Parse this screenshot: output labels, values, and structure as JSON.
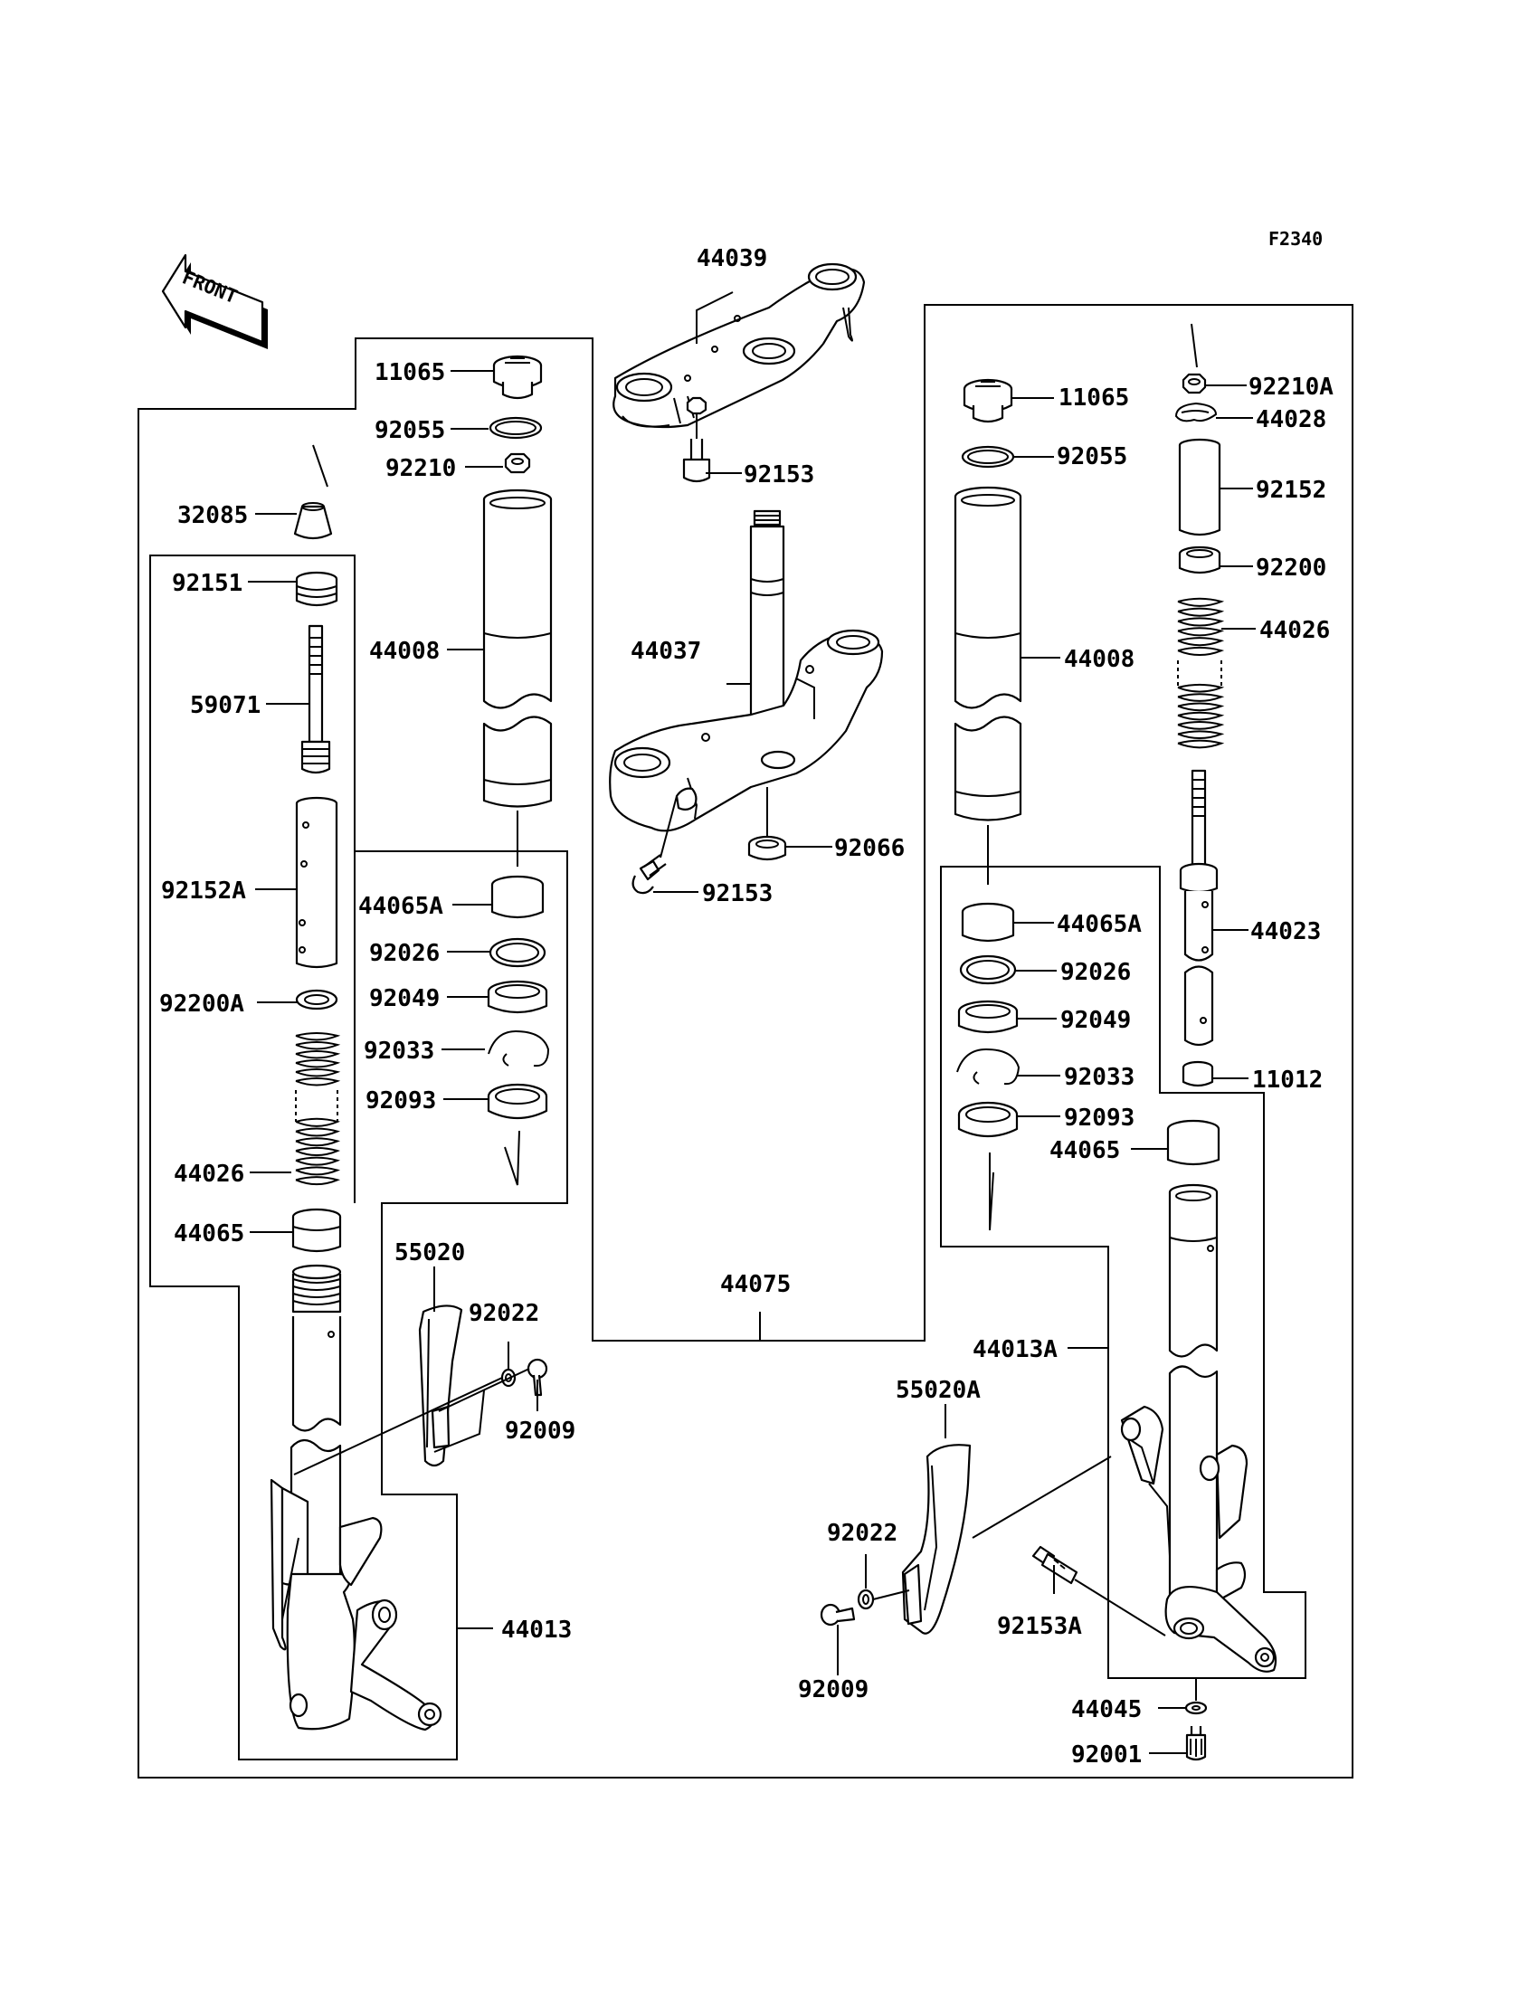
{
  "figure_code": "F2340",
  "front_label": "FRONT",
  "labels": {
    "l_11065": "11065",
    "l_92055": "92055",
    "l_92210": "92210",
    "l_32085": "32085",
    "l_92151": "92151",
    "l_44008": "44008",
    "l_59071": "59071",
    "l_92152A": "92152A",
    "l_44065A": "44065A",
    "l_92026": "92026",
    "l_92200A": "92200A",
    "l_92049": "92049",
    "l_92033": "92033",
    "l_92093": "92093",
    "l_44026": "44026",
    "l_44065": "44065",
    "l_55020": "55020",
    "l_92022": "92022",
    "l_92009": "92009",
    "l_44013": "44013",
    "c_44039": "44039",
    "c_92153a": "92153",
    "c_44037": "44037",
    "c_92066": "92066",
    "c_92153b": "92153",
    "c_44075": "44075",
    "r_11065": "11065",
    "r_92055": "92055",
    "r_44008": "44008",
    "r_92210A": "92210A",
    "r_44028": "44028",
    "r_92152": "92152",
    "r_92200": "92200",
    "r_44026": "44026",
    "r_44023": "44023",
    "r_44065A": "44065A",
    "r_92026": "92026",
    "r_92049": "92049",
    "r_92033": "92033",
    "r_11012": "11012",
    "r_92093": "92093",
    "r_44065": "44065",
    "r_44013A": "44013A",
    "r_55020A": "55020A",
    "r_92022": "92022",
    "r_92153A": "92153A",
    "r_92009": "92009",
    "r_44045": "44045",
    "r_92001": "92001"
  }
}
